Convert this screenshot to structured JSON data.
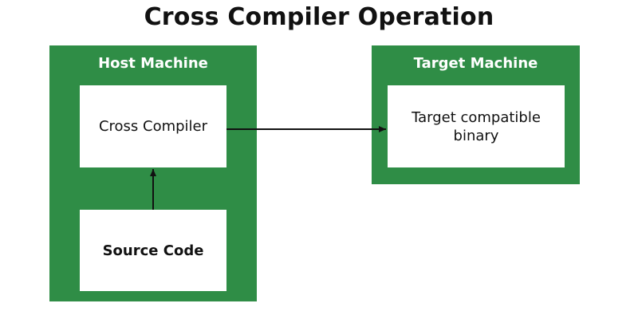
{
  "title": "Cross Compiler Operation",
  "colors": {
    "panel": "#2f8d46",
    "node": "#ffffff",
    "arrow": "#111111"
  },
  "host": {
    "label": "Host Machine",
    "cross_compiler": "Cross Compiler",
    "source_code": "Source Code"
  },
  "target": {
    "label": "Target Machine",
    "binary": "Target compatible binary"
  }
}
